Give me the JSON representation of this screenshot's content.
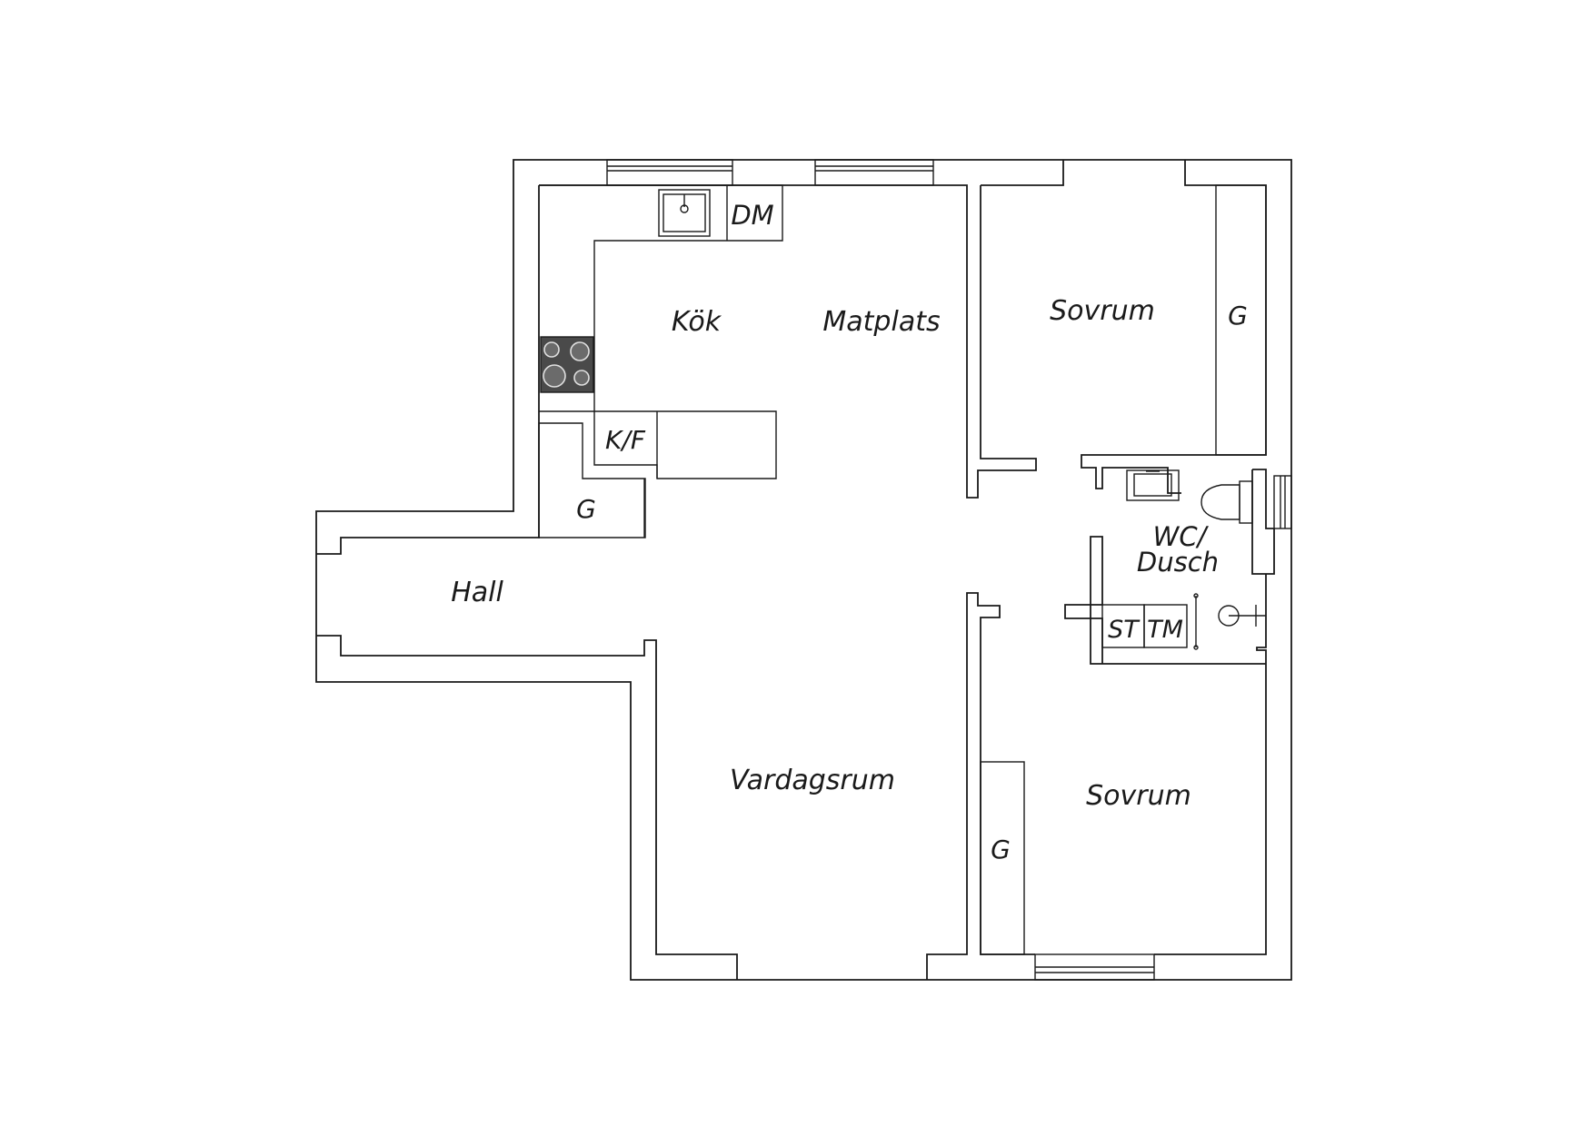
{
  "rooms": {
    "kok": "Kök",
    "matplats": "Matplats",
    "sovrum_top": "Sovrum",
    "sovrum_bottom": "Sovrum",
    "hall": "Hall",
    "vardagsrum": "Vardagsrum",
    "wc_line1": "WC/",
    "wc_line2": "Dusch"
  },
  "fixtures": {
    "dm": "DM",
    "kf": "K/F",
    "st": "ST",
    "tm": "TM",
    "g_hall": "G",
    "g_sovrum_top": "G",
    "g_sovrum_bottom": "G"
  },
  "colors": {
    "line": "#1a1a1a",
    "stove": "#4a4a4a",
    "background": "#ffffff"
  }
}
